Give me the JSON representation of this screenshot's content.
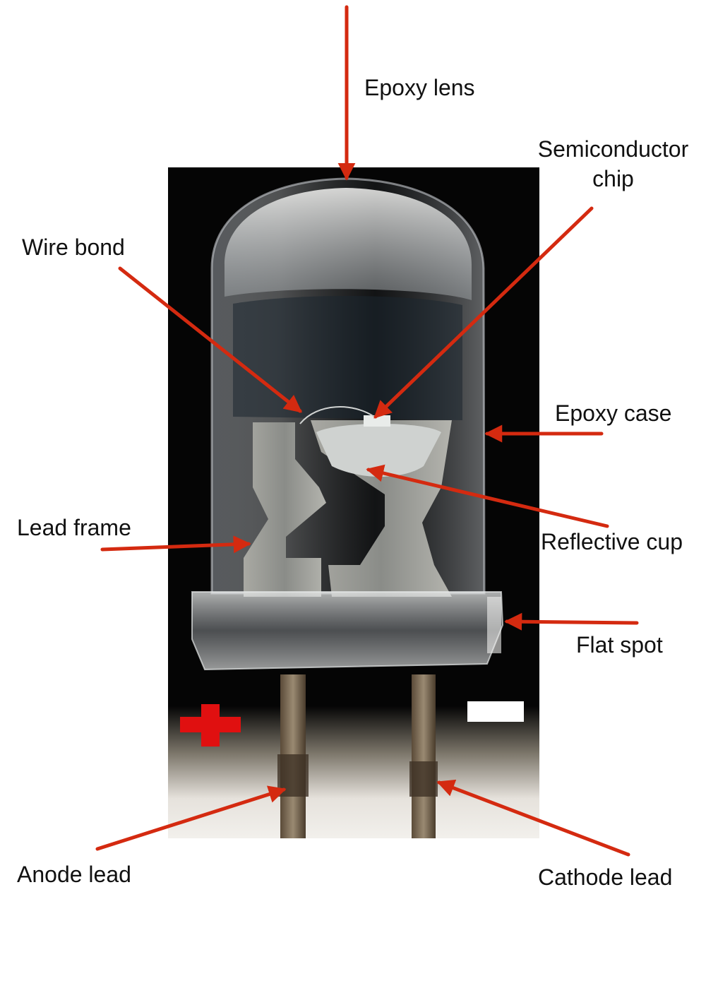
{
  "labels": {
    "epoxy_lens": "Epoxy lens",
    "semiconductor_chip_line1": "Semiconductor",
    "semiconductor_chip_line2": "chip",
    "wire_bond": "Wire bond",
    "epoxy_case": "Epoxy case",
    "lead_frame": "Lead frame",
    "reflective_cup": "Reflective cup",
    "flat_spot": "Flat spot",
    "anode_lead": "Anode lead",
    "cathode_lead": "Cathode lead"
  },
  "colors": {
    "arrow": "#d42a10",
    "plus_sign": "#e01010",
    "minus_sign": "#ffffff",
    "photo_background": "#050505",
    "label_text": "#111111"
  },
  "icons": {
    "positive": "plus-sign-icon",
    "negative": "minus-sign-icon"
  }
}
